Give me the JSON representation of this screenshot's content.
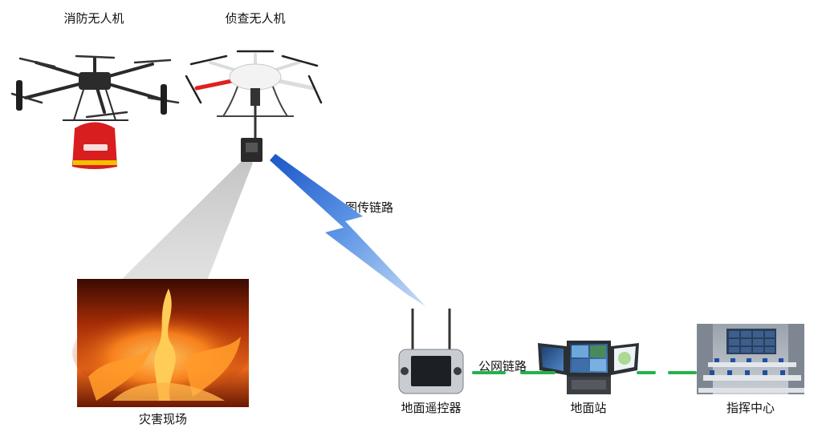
{
  "labels": {
    "fire_drone": "消防无人机",
    "recon_drone": "侦查无人机",
    "disaster_site": "灾害现场",
    "image_link": "图传链路",
    "public_link": "公网链路",
    "ground_controller": "地面遥控器",
    "ground_station": "地面站",
    "command_center": "指挥中心"
  },
  "colors": {
    "public_link": "#22b24c",
    "image_link": "#3a7bd5",
    "drone_arm_red": "#e02020",
    "fire_bag": "#d81e1e"
  }
}
